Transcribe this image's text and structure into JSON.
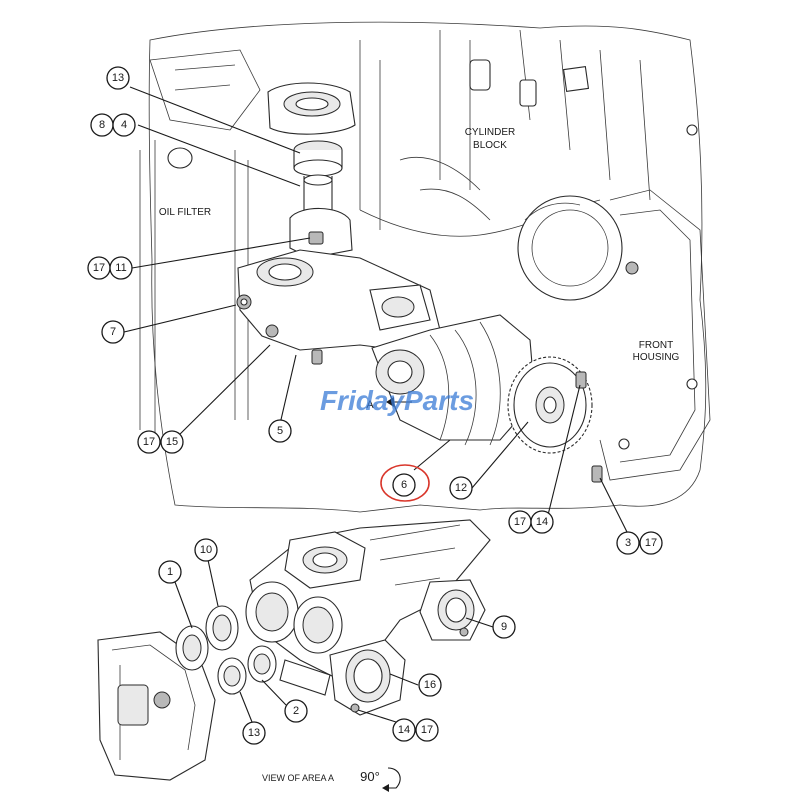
{
  "labels": {
    "cylinder_block_line1": "CYLINDER",
    "cylinder_block_line2": "BLOCK",
    "oil_filter": "OIL FILTER",
    "front_housing_line1": "FRONT",
    "front_housing_line2": "HOUSING",
    "view_of_area": "VIEW OF AREA  A",
    "rotation": "90°",
    "area_marker": "A"
  },
  "watermark": {
    "text": "FridayParts",
    "color": "#3a7bd5"
  },
  "highlight_color": "#d9362b",
  "callouts": [
    {
      "id": "c13a",
      "text": "13"
    },
    {
      "id": "c8",
      "text": "8"
    },
    {
      "id": "c4a",
      "text": "4"
    },
    {
      "id": "c17a",
      "text": "17"
    },
    {
      "id": "c11",
      "text": "11"
    },
    {
      "id": "c7",
      "text": "7"
    },
    {
      "id": "c17b",
      "text": "17"
    },
    {
      "id": "c15",
      "text": "15"
    },
    {
      "id": "c5",
      "text": "5"
    },
    {
      "id": "c6",
      "text": "6"
    },
    {
      "id": "c12",
      "text": "12"
    },
    {
      "id": "c17c",
      "text": "17"
    },
    {
      "id": "c14a",
      "text": "14"
    },
    {
      "id": "c3",
      "text": "3"
    },
    {
      "id": "c17d",
      "text": "17"
    },
    {
      "id": "c1",
      "text": "1"
    },
    {
      "id": "c10",
      "text": "10"
    },
    {
      "id": "c9",
      "text": "9"
    },
    {
      "id": "c16",
      "text": "16"
    },
    {
      "id": "c2",
      "text": "2"
    },
    {
      "id": "c13b",
      "text": "13"
    },
    {
      "id": "c14b",
      "text": "14"
    },
    {
      "id": "c17e",
      "text": "17"
    }
  ]
}
